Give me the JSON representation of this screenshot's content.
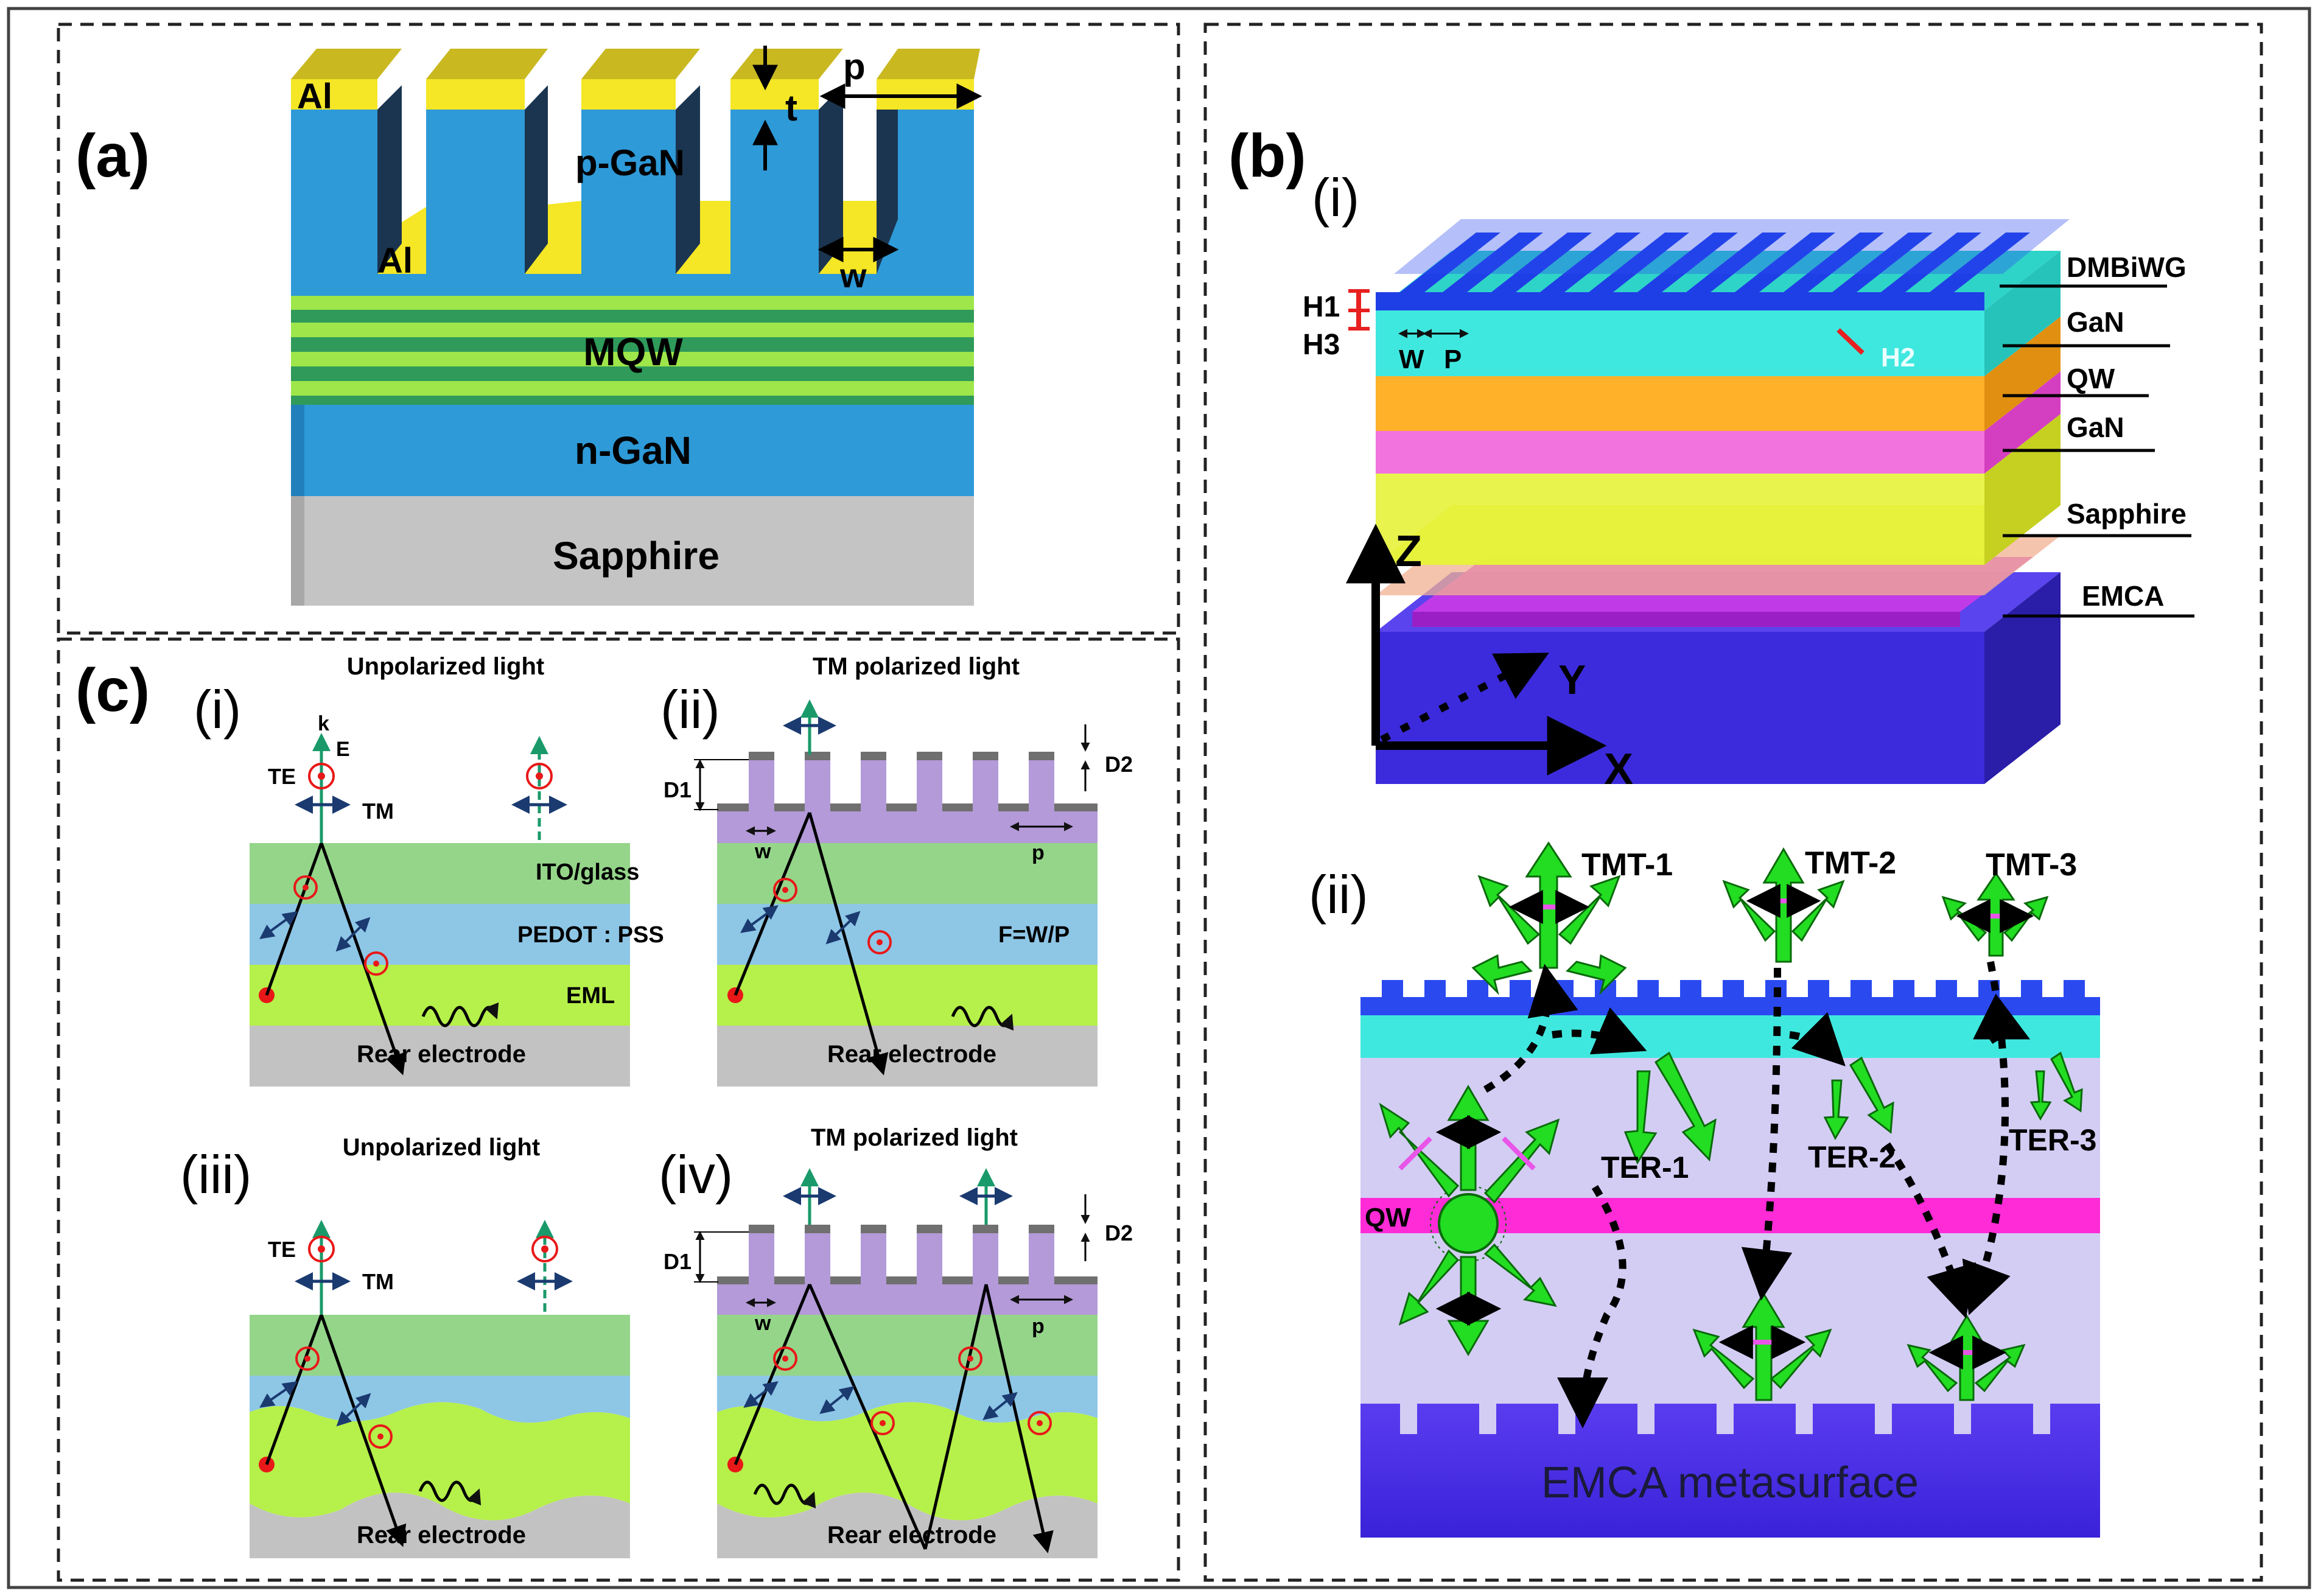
{
  "panel_a": {
    "tag": "(a)",
    "labels": {
      "al_top": "Al",
      "al_bottom": "Al",
      "p_gan": "p-GaN",
      "mqw": "MQW",
      "n_gan": "n-GaN",
      "sapphire": "Sapphire",
      "t": "t",
      "p": "p",
      "w": "w"
    },
    "colors": {
      "pgan": "#2e9ad8",
      "al": "#f5e626",
      "mqw_green": "#9ee64a",
      "sapphire": "#c4c4c4"
    }
  },
  "panel_b": {
    "tag": "(b)",
    "sub_i": "(i)",
    "sub_ii": "(ii)",
    "layer_labels": [
      "DMBiWG",
      "GaN",
      "QW",
      "GaN",
      "Sapphire",
      "EMCA"
    ],
    "dims": {
      "h1": "H1",
      "h3": "H3",
      "h2": "H2",
      "w": "W",
      "p": "P"
    },
    "axes": {
      "z": "Z",
      "y": "Y",
      "x": "X"
    },
    "modes": {
      "tmt1": "TMT-1",
      "tmt2": "TMT-2",
      "tmt3": "TMT-3",
      "ter1": "TER-1",
      "ter2": "TER-2",
      "ter3": "TER-3",
      "qw": "QW",
      "metasurface": "EMCA metasurface"
    },
    "colors": {
      "grating": "#1f3fe6",
      "gan_cyan": "#3fe8df",
      "qw_magenta": "#ff2bd6",
      "sapphire_yellow": "#e6f23a",
      "emca": "#4a2be8",
      "arrow_green": "#22dd22",
      "arrow_pink": "#e855e8"
    }
  },
  "panel_c": {
    "tag": "(c)",
    "sub_i": {
      "num": "(i)",
      "title": "Unpolarized light",
      "k": "k",
      "e": "E",
      "te": "TE",
      "tm": "TM",
      "ito": "ITO/glass",
      "pedot": "PEDOT : PSS",
      "eml": "EML",
      "rear": "Rear electrode"
    },
    "sub_ii": {
      "num": "(ii)",
      "title": "TM polarized light",
      "d1": "D1",
      "d2": "D2",
      "w": "w",
      "p": "p",
      "f": "F=W/P",
      "rear": "Rear electrode"
    },
    "sub_iii": {
      "num": "(iii)",
      "title": "Unpolarized light",
      "te": "TE",
      "tm": "TM",
      "rear": "Rear electrode"
    },
    "sub_iv": {
      "num": "(iv)",
      "title": "TM polarized light",
      "d1": "D1",
      "d2": "D2",
      "w": "w",
      "p": "p",
      "rear": "Rear electrode"
    },
    "colors": {
      "ito": "#95d58a",
      "pedot": "#8ec6e6",
      "eml": "#b6f04a",
      "rear": "#c2c2c2",
      "grating": "#b49ad8",
      "metal": "#707070"
    }
  }
}
